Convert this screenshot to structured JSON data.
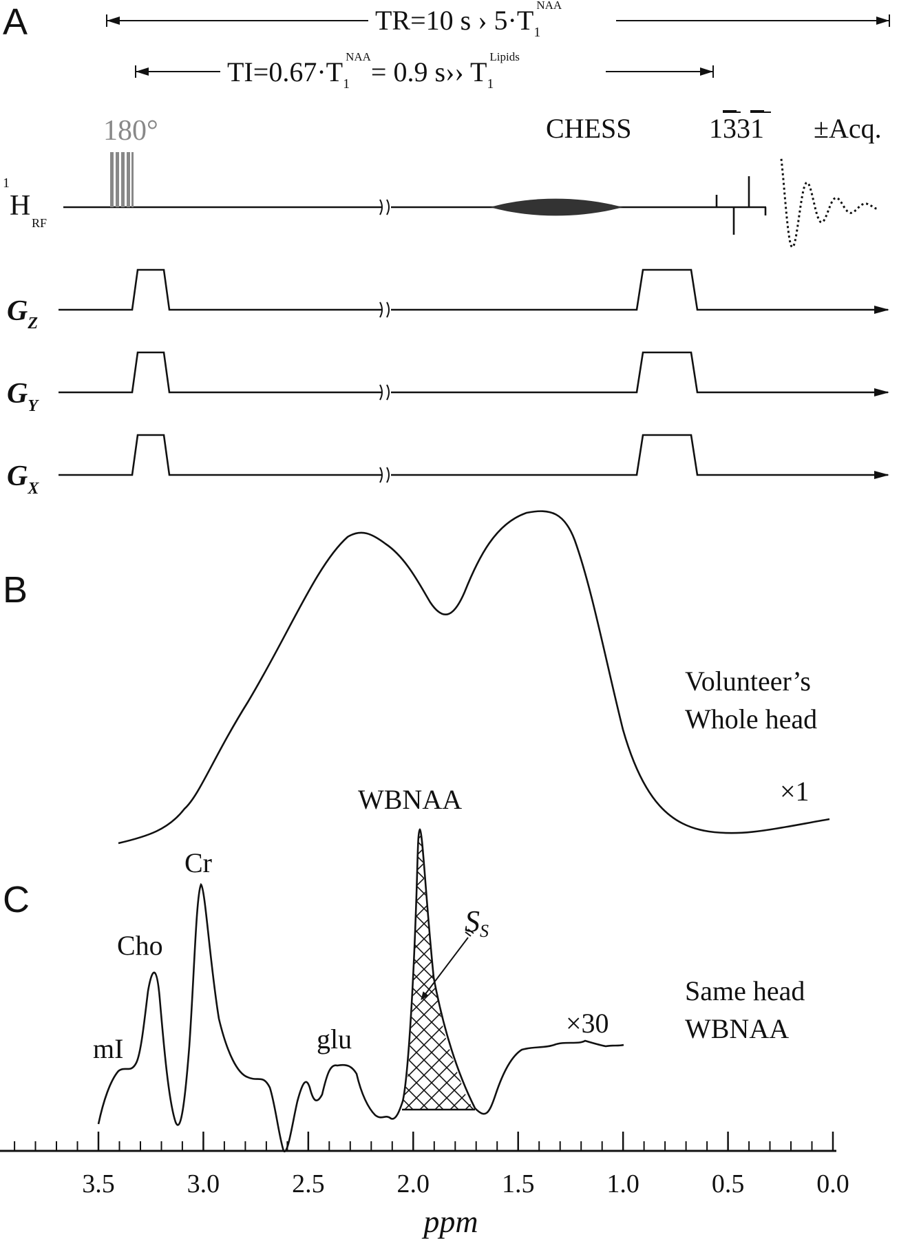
{
  "panels": {
    "a": "A",
    "b": "B",
    "c": "C"
  },
  "sequence": {
    "tr_label": "TR=10 s › 5·T",
    "tr_sub": "1",
    "tr_sup": "NAA",
    "ti_label": "TI=0.67·T",
    "ti_sub": "1",
    "ti_sup": "NAA",
    "ti_mid": "= 0.9 s›› T",
    "ti_sub2": "1",
    "ti_sup2": "Lipids",
    "inversion_label": "180°",
    "chess_label": "CHESS",
    "binomial_label": "1",
    "binomial_bar1": "3",
    "binomial_bar2": "3",
    "binomial_end": "1",
    "acq_label": "±Acq.",
    "rf_sup": "1",
    "rf_main": "H",
    "rf_sub": "RF",
    "gradients": [
      {
        "main": "G",
        "sub": "Z"
      },
      {
        "main": "G",
        "sub": "Y"
      },
      {
        "main": "G",
        "sub": "X"
      }
    ]
  },
  "spectrum_b": {
    "label_line1": "Volunteer’s",
    "label_line2": "Whole head",
    "scale": "×1"
  },
  "spectrum_c": {
    "label_line1": "Same head",
    "label_line2": "WBNAA",
    "scale": "×30",
    "peaks": [
      "mI",
      "Cho",
      "Cr",
      "glu",
      "WBNAA"
    ],
    "area_label": "S",
    "area_sub": "S"
  },
  "axis": {
    "ticks": [
      "3.5",
      "3.0",
      "2.5",
      "2.0",
      "1.5",
      "1.0",
      "0.5",
      "0.0"
    ],
    "label": "ppm"
  }
}
